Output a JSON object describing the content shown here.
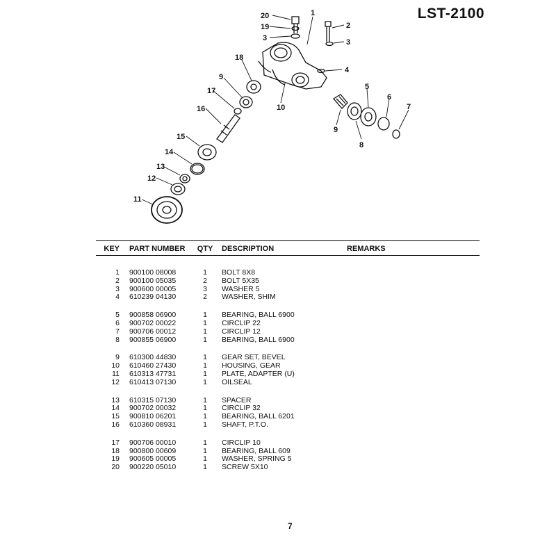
{
  "model": "LST-2100",
  "page_number": "7",
  "diagram_callouts": [
    "1",
    "2",
    "3",
    "3",
    "4",
    "5",
    "6",
    "7",
    "8",
    "9",
    "9",
    "10",
    "11",
    "12",
    "13",
    "14",
    "15",
    "16",
    "17",
    "18",
    "19",
    "20"
  ],
  "table": {
    "headers": {
      "key": "KEY",
      "part_number": "PART NUMBER",
      "qty": "QTY",
      "description": "DESCRIPTION",
      "remarks": "REMARKS"
    },
    "groups": [
      [
        {
          "key": "1",
          "part_number": "900100 08008",
          "qty": "1",
          "description": "BOLT 8X8"
        },
        {
          "key": "2",
          "part_number": "900100 05035",
          "qty": "2",
          "description": "BOLT 5X35"
        },
        {
          "key": "3",
          "part_number": "900600 00005",
          "qty": "3",
          "description": "WASHER 5"
        },
        {
          "key": "4",
          "part_number": "610239 04130",
          "qty": "2",
          "description": "WASHER, SHIM"
        }
      ],
      [
        {
          "key": "5",
          "part_number": "900858 06900",
          "qty": "1",
          "description": "BEARING, BALL 6900"
        },
        {
          "key": "6",
          "part_number": "900702 00022",
          "qty": "1",
          "description": "CIRCLIP 22"
        },
        {
          "key": "7",
          "part_number": "900706 00012",
          "qty": "1",
          "description": "CIRCLIP 12"
        },
        {
          "key": "8",
          "part_number": "900855 06900",
          "qty": "1",
          "description": "BEARING, BALL 6900"
        }
      ],
      [
        {
          "key": "9",
          "part_number": "610300 44830",
          "qty": "1",
          "description": "GEAR SET, BEVEL"
        },
        {
          "key": "10",
          "part_number": "610460 27430",
          "qty": "1",
          "description": "HOUSING, GEAR"
        },
        {
          "key": "11",
          "part_number": "610313 47731",
          "qty": "1",
          "description": "PLATE, ADAPTER (U)"
        },
        {
          "key": "12",
          "part_number": "610413 07130",
          "qty": "1",
          "description": "OILSEAL"
        }
      ],
      [
        {
          "key": "13",
          "part_number": "610315 07130",
          "qty": "1",
          "description": "SPACER"
        },
        {
          "key": "14",
          "part_number": "900702 00032",
          "qty": "1",
          "description": "CIRCLIP 32"
        },
        {
          "key": "15",
          "part_number": "900810 06201",
          "qty": "1",
          "description": "BEARING, BALL 6201"
        },
        {
          "key": "16",
          "part_number": "610360 08931",
          "qty": "1",
          "description": "SHAFT, P.T.O."
        }
      ],
      [
        {
          "key": "17",
          "part_number": "900706 00010",
          "qty": "1",
          "description": "CIRCLIP 10"
        },
        {
          "key": "18",
          "part_number": "900800 00609",
          "qty": "1",
          "description": "BEARING, BALL 609"
        },
        {
          "key": "19",
          "part_number": "900605 00005",
          "qty": "1",
          "description": "WASHER, SPRING 5"
        },
        {
          "key": "20",
          "part_number": "900220 05010",
          "qty": "1",
          "description": "SCREW 5X10"
        }
      ]
    ]
  }
}
